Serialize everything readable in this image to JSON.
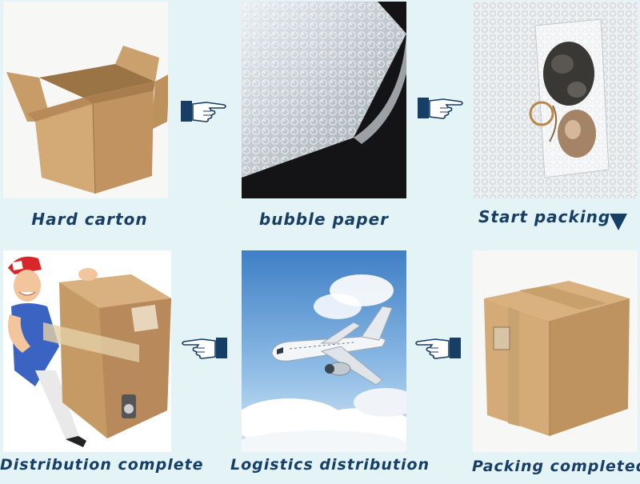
{
  "steps": [
    {
      "label": "Hard carton"
    },
    {
      "label": "bubble paper"
    },
    {
      "label": "Start packing"
    },
    {
      "label": "Packing completed"
    },
    {
      "label": "Logistics distribution"
    },
    {
      "label": "Distribution complete"
    }
  ],
  "icons": {
    "flow_arrow": "pointing-hand-icon",
    "down_arrow": "triangle-down-icon"
  },
  "colors": {
    "label_text": "#173f66",
    "arrow_fill": "#173f66",
    "background": "#e4f3f6"
  }
}
